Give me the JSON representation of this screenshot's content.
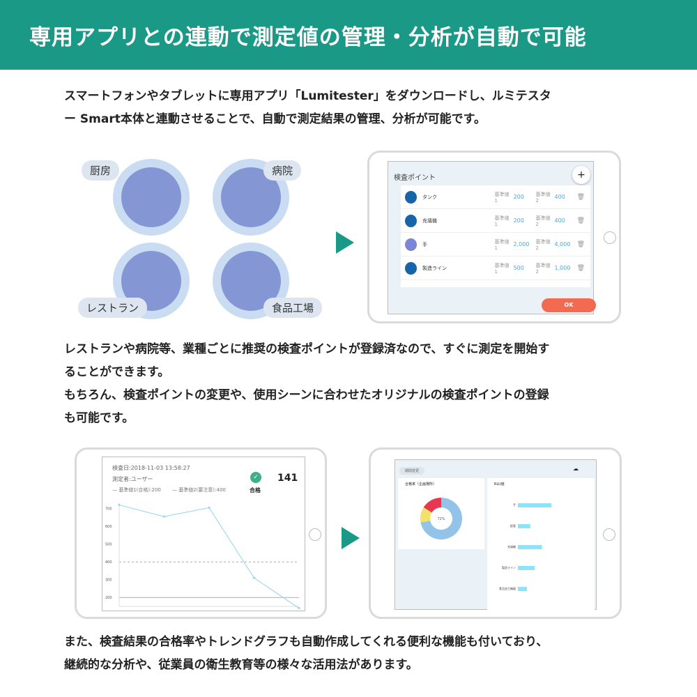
{
  "header": {
    "title": "専用アプリとの連動で測定値の管理・分析が自動で可能"
  },
  "intro": {
    "line1": "スマートフォンやタブレットに専用アプリ「Lumitester」をダウンロードし、ルミテスタ",
    "line2": "ー Smart本体と連動させることで、自動で測定結果の管理、分析が可能です。"
  },
  "scenes": [
    {
      "label": "厨房"
    },
    {
      "label": "病院"
    },
    {
      "label": "レストラン"
    },
    {
      "label": "食品工場"
    }
  ],
  "points_app": {
    "title": "検査ポイント",
    "add_icon": "plus-icon",
    "ok_label": "OK",
    "key1": "基準値1",
    "key2": "基準値2",
    "rows": [
      {
        "name": "タンク",
        "v1": "200",
        "v2": "400"
      },
      {
        "name": "充填機",
        "v1": "200",
        "v2": "400"
      },
      {
        "name": "手",
        "v1": "2,000",
        "v2": "4,000"
      },
      {
        "name": "製造ライン",
        "v1": "500",
        "v2": "1,000"
      }
    ]
  },
  "middle": {
    "line1": "レストランや病院等、業種ごとに推奨の検査ポイントが登録済なので、すぐに測定を開始す",
    "line2": "ることができます。",
    "line3": "もちろん、検査ポイントの変更や、使用シーンに合わせたオリジナルの検査ポイントの登録",
    "line4": "も可能です。"
  },
  "trend": {
    "date": "検査日:2018-11-03 13:58:27",
    "user": "測定者:ユーザー",
    "legend1": "— 基準値1(合格):200",
    "legend2": "— 基準値2(要注意):400",
    "status": "合格",
    "value": "141"
  },
  "chart_data": [
    {
      "type": "line",
      "yticks": [
        "200",
        "300",
        "400",
        "500",
        "600",
        "700"
      ],
      "ylim": [
        150,
        730
      ],
      "values": [
        720,
        655,
        705,
        310,
        140
      ],
      "thresholds": [
        200,
        400
      ],
      "colors": {
        "line": "#8fd3ee",
        "th1": "#c9a0a0",
        "th2": "#aaaaaa"
      }
    },
    {
      "type": "pie",
      "title": "合格率（企画場所）",
      "center_label": "72%",
      "values": [
        72,
        12,
        16
      ],
      "colors": [
        "#93c3e8",
        "#f2e26a",
        "#e8384f"
      ]
    },
    {
      "type": "bar",
      "title": "RLU値",
      "categories": [
        "手",
        "配管",
        "充填機",
        "製造ライン",
        "食品加工機器"
      ],
      "values": [
        100,
        37,
        72,
        50,
        27
      ],
      "color": "#8ee3f8"
    }
  ],
  "dash": {
    "period_button": "期間変更"
  },
  "closing": {
    "line1": "また、検査結果の合格率やトレンドグラフも自動作成してくれる便利な機能も付いており、",
    "line2": "継続的な分析や、従業員の衛生教育等の様々な活用法があります。"
  }
}
